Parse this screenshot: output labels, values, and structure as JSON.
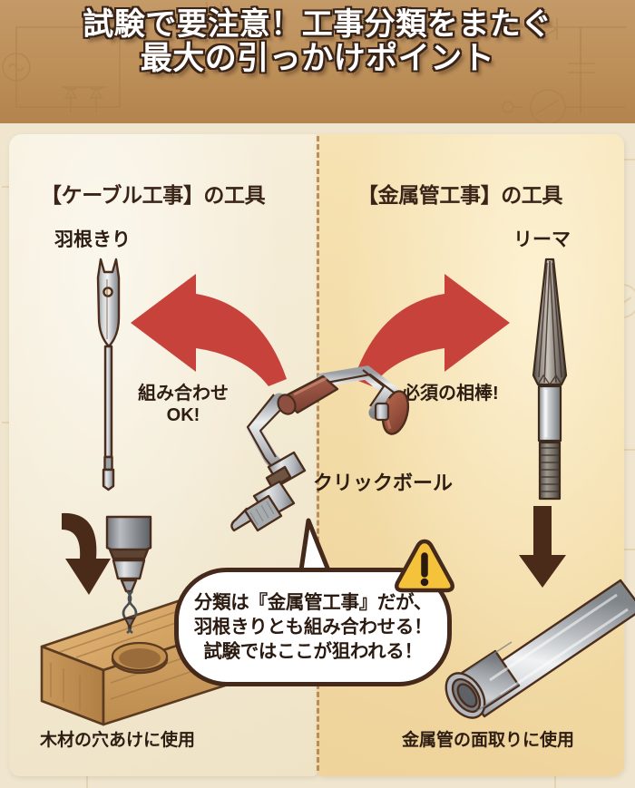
{
  "header": {
    "line1": "試験で要注意！工事分類をまたぐ",
    "line2": "最大の引っかけポイント",
    "bg_color": "#bd8f59",
    "text_color": "#ffffff",
    "outline_color": "#3a2418"
  },
  "panels": {
    "left": {
      "heading": "【ケーブル工事】の工具",
      "tool_label": "羽根きり",
      "tool_icon": "spade-bit-icon",
      "arrow_caption_line1": "組み合わせ",
      "arrow_caption_line2": "OK!",
      "arrow_direction": "left",
      "arrow_color": "#c6423a",
      "bottom_caption": "木材の穴あけに使用",
      "bg_color": "#f3ead3"
    },
    "right": {
      "heading": "【金属管工事】の工具",
      "tool_label": "リーマ",
      "tool_icon": "reamer-icon",
      "arrow_caption_line1": "必須の相棒!",
      "arrow_direction": "right",
      "arrow_color": "#c6423a",
      "bottom_caption": "金属管の面取りに使用",
      "bg_color": "#f4dda9"
    }
  },
  "center": {
    "tool_label": "クリックボール",
    "tool_icon": "brace-drill-icon"
  },
  "callout": {
    "line1": "分類は『金属管工事』だが、",
    "line2": "羽根きりとも組み合わせる！",
    "line3": "試験ではここが狙われる！",
    "warning_icon": "warning-triangle-icon",
    "warning_color": "#f5c33b",
    "border_color": "#45291b",
    "bg_color": "#ffffff"
  },
  "objects": {
    "wood_block": "wood-beam-icon",
    "metal_pipe": "metal-conduit-icon",
    "down_arrow_color": "#4a2a18"
  }
}
